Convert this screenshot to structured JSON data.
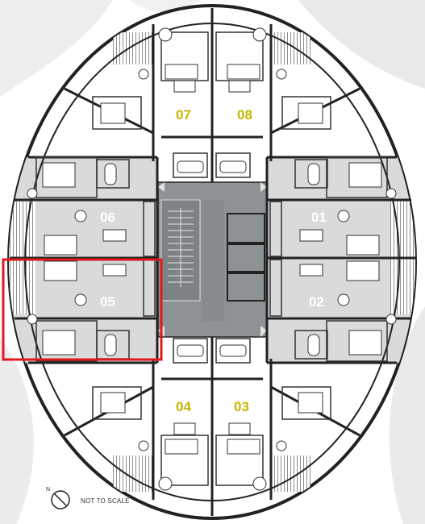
{
  "plan": {
    "scale_note": "NOT TO SCALE",
    "north_label": "N",
    "colors": {
      "wall": "#222222",
      "gray_zone": "#d8dadb",
      "core": "#8d9395",
      "core_dark": "#7a8082",
      "upper_lower_units_label": "#c8b400",
      "side_units_label": "#ffffff",
      "highlight": "#e0191e",
      "background_leaf": "#ebebeb"
    },
    "units": [
      {
        "id": "07",
        "label": "07",
        "group": "top"
      },
      {
        "id": "08",
        "label": "08",
        "group": "top"
      },
      {
        "id": "06",
        "label": "06",
        "group": "side"
      },
      {
        "id": "01",
        "label": "01",
        "group": "side"
      },
      {
        "id": "05",
        "label": "05",
        "group": "side",
        "highlighted": true
      },
      {
        "id": "02",
        "label": "02",
        "group": "side"
      },
      {
        "id": "04",
        "label": "04",
        "group": "bottom"
      },
      {
        "id": "03",
        "label": "03",
        "group": "bottom"
      }
    ]
  }
}
